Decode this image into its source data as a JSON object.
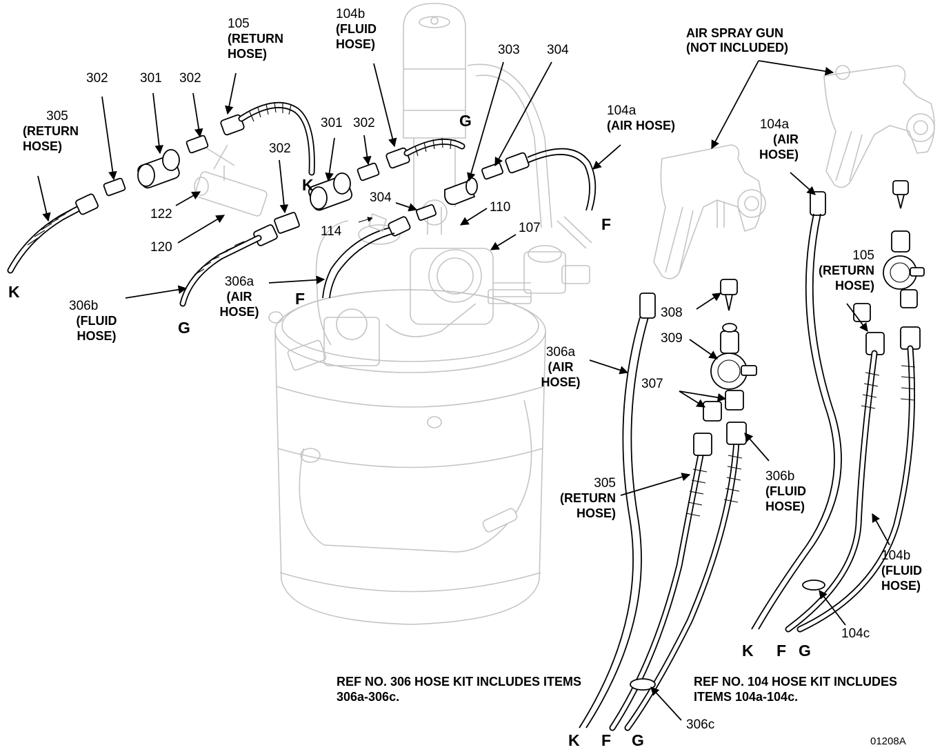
{
  "labels": {
    "l305_left": {
      "num": "305",
      "desc": "(RETURN HOSE)"
    },
    "l302_a": "302",
    "l301_a": "301",
    "l302_b": "302",
    "l105_top": {
      "num": "105",
      "desc": "(RETURN HOSE)"
    },
    "l104b_top": {
      "num": "104b",
      "desc": "(FLUID HOSE)"
    },
    "l303": "303",
    "l304_top": "304",
    "l104a_top": {
      "num": "104a",
      "desc": "(AIR HOSE)"
    },
    "l301_b": "301",
    "l302_c": "302",
    "l302_d": "302",
    "l122": "122",
    "l120": "120",
    "l304_mid": "304",
    "l110": "110",
    "l114": "114",
    "l107": "107",
    "l306b_left": {
      "num": "306b",
      "desc": "(FLUID HOSE)"
    },
    "l306a_left": {
      "num": "306a",
      "desc": "(AIR HOSE)"
    },
    "air_gun": "AIR SPRAY GUN (NOT INCLUDED)",
    "l104a_right": {
      "num": "104a",
      "desc": "(AIR HOSE)"
    },
    "l105_right": {
      "num": "105",
      "desc": "(RETURN HOSE)"
    },
    "l308": "308",
    "l309": "309",
    "l306a_right": {
      "num": "306a",
      "desc": "(AIR HOSE)"
    },
    "l307": "307",
    "l306b_right": {
      "num": "306b",
      "desc": "(FLUID HOSE)"
    },
    "l305_right": {
      "num": "305",
      "desc": "(RETURN HOSE)"
    },
    "l104b_right": {
      "num": "104b",
      "desc": "(FLUID HOSE)"
    },
    "l104c": "104c",
    "l306c": "306c"
  },
  "letters": {
    "k_left": "K",
    "g_left": "G",
    "f_left": "F",
    "k_mid": "K",
    "g_top": "G",
    "f_right": "F",
    "k_bot1": "K",
    "f_bot1": "F",
    "g_bot1": "G",
    "k_bot2": "K",
    "f_bot2": "F",
    "g_bot2": "G"
  },
  "notes": {
    "kit306": "REF NO. 306 HOSE KIT INCLUDES ITEMS 306a-306c.",
    "kit104": "REF NO. 104 HOSE KIT INCLUDES ITEMS 104a-104c."
  },
  "drawing_number": "01208A"
}
